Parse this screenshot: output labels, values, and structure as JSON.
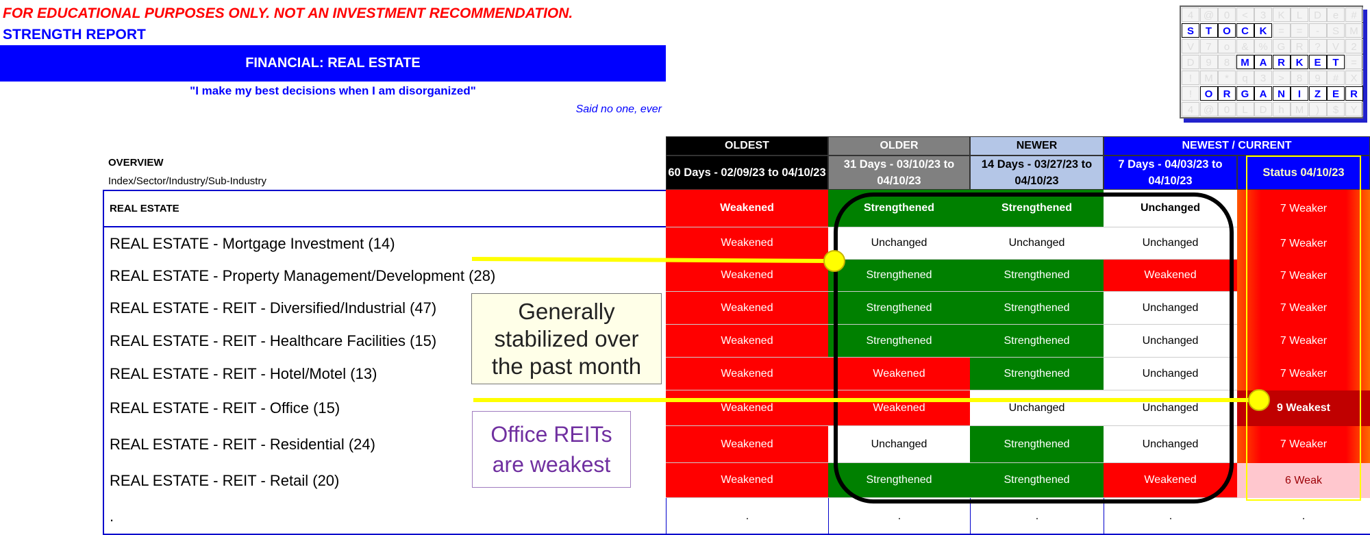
{
  "disclaimer": "FOR EDUCATIONAL PURPOSES ONLY. NOT AN INVESTMENT RECOMMENDATION.",
  "report_title": "STRENGTH REPORT",
  "banner": "FINANCIAL: REAL ESTATE",
  "quote": "\"I make my best decisions when I am disorganized\"",
  "attribution": "Said no one, ever",
  "logo": {
    "words": [
      "STOCK",
      "MARKET",
      "ORGANIZER"
    ]
  },
  "overview": {
    "title": "OVERVIEW",
    "subtitle": "Index/Sector/Industry/Sub-Industry"
  },
  "columns": [
    {
      "group": "OLDEST",
      "period": "60 Days - 02/09/23 to 04/10/23",
      "color": "#000000"
    },
    {
      "group": "OLDER",
      "period": "31 Days - 03/10/23 to 04/10/23",
      "color": "#808080"
    },
    {
      "group": "NEWER",
      "period": "14 Days - 03/27/23 to 04/10/23",
      "color": "#b4c6e7"
    },
    {
      "group": "NEWEST / CURRENT",
      "period": "7 Days - 04/03/23 to 04/10/23",
      "color": "#0000ff"
    },
    {
      "group": "",
      "period": "Status 04/10/23",
      "color": "#0000ff"
    }
  ],
  "rows": [
    {
      "label": "REAL ESTATE",
      "values": [
        "Weakened",
        "Strengthened",
        "Strengthened",
        "Unchanged"
      ],
      "status": "7 Weaker",
      "bold": true
    },
    {
      "label": "REAL ESTATE - Mortgage Investment (14)",
      "values": [
        "Weakened",
        "Unchanged",
        "Unchanged",
        "Unchanged"
      ],
      "status": "7 Weaker"
    },
    {
      "label": "REAL ESTATE - Property Management/Development (28)",
      "values": [
        "Weakened",
        "Strengthened",
        "Strengthened",
        "Weakened"
      ],
      "status": "7 Weaker"
    },
    {
      "label": "REAL ESTATE - REIT - Diversified/Industrial (47)",
      "values": [
        "Weakened",
        "Strengthened",
        "Strengthened",
        "Unchanged"
      ],
      "status": "7 Weaker"
    },
    {
      "label": "REAL ESTATE - REIT - Healthcare Facilities (15)",
      "values": [
        "Weakened",
        "Strengthened",
        "Strengthened",
        "Unchanged"
      ],
      "status": "7 Weaker"
    },
    {
      "label": "REAL ESTATE - REIT - Hotel/Motel (13)",
      "values": [
        "Weakened",
        "Weakened",
        "Strengthened",
        "Unchanged"
      ],
      "status": "7 Weaker"
    },
    {
      "label": "REAL ESTATE - REIT - Office (15)",
      "values": [
        "Weakened",
        "Weakened",
        "Unchanged",
        "Unchanged"
      ],
      "status": "9 Weakest"
    },
    {
      "label": "REAL ESTATE - REIT - Residential (24)",
      "values": [
        "Weakened",
        "Unchanged",
        "Strengthened",
        "Unchanged"
      ],
      "status": "7 Weaker"
    },
    {
      "label": "REAL ESTATE - REIT - Retail (20)",
      "values": [
        "Weakened",
        "Strengthened",
        "Strengthened",
        "Weakened"
      ],
      "status": "6 Weak"
    },
    {
      "label": ".",
      "values": [
        ".",
        ".",
        ".",
        "."
      ],
      "status": "."
    }
  ],
  "annotations": {
    "callout1": "Generally stabilized over the past month",
    "callout2": "Office REITs are weakest",
    "highlight_color": "#ffff00",
    "callout2_color": "#7030a0"
  },
  "status_colors": {
    "Weakened": "#ff0000",
    "Strengthened": "#008000",
    "Unchanged": "#ffffff"
  }
}
